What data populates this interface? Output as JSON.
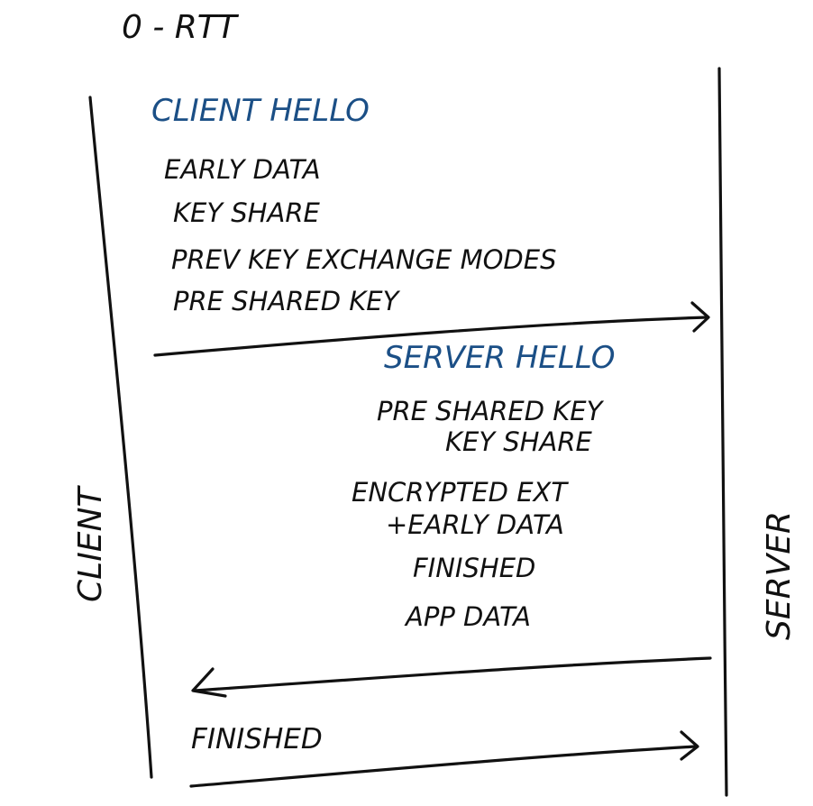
{
  "title": "0 - RTT",
  "participants": {
    "client": "CLIENT",
    "server": "SERVER"
  },
  "messages": {
    "client_hello": {
      "label": "CLIENT HELLO",
      "items": [
        "EARLY DATA",
        "KEY SHARE",
        "PREV KEY EXCHANGE MODES",
        "PRE SHARED KEY"
      ]
    },
    "server_hello": {
      "label": "SERVER HELLO",
      "items": [
        "PRE SHARED KEY",
        "KEY SHARE",
        "ENCRYPTED EXT",
        "+EARLY DATA",
        "FINISHED",
        "APP DATA"
      ]
    },
    "client_finished": {
      "label": "FINISHED"
    }
  },
  "colors": {
    "ink": "#111111",
    "heading_ink": "#1b4f86"
  }
}
